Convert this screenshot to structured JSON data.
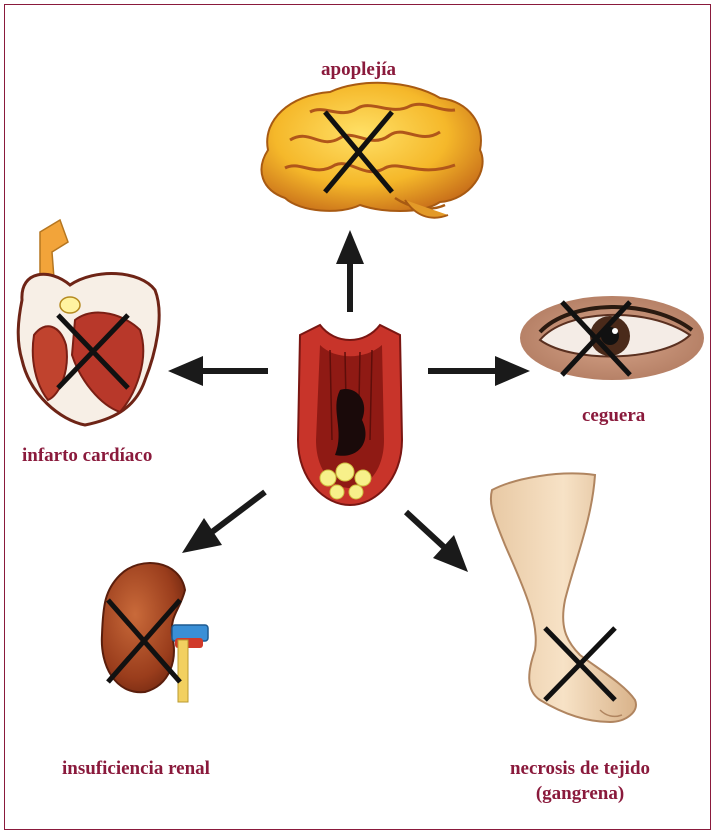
{
  "labels": {
    "stroke": "apoplejía",
    "heart_attack": "infarto cardíaco",
    "blindness": "ceguera",
    "kidney_failure": "insuficiencia renal",
    "necrosis_line1": "necrosis de tejido",
    "necrosis_line2": "(gangrena)"
  },
  "colors": {
    "label": "#8a1a3c",
    "frame": "#8a1a3c",
    "arrow": "#1a1a1a",
    "cross": "#111111"
  },
  "icons": [
    "brain-icon",
    "heart-icon",
    "eye-icon",
    "artery-icon",
    "kidney-icon",
    "foot-icon"
  ]
}
